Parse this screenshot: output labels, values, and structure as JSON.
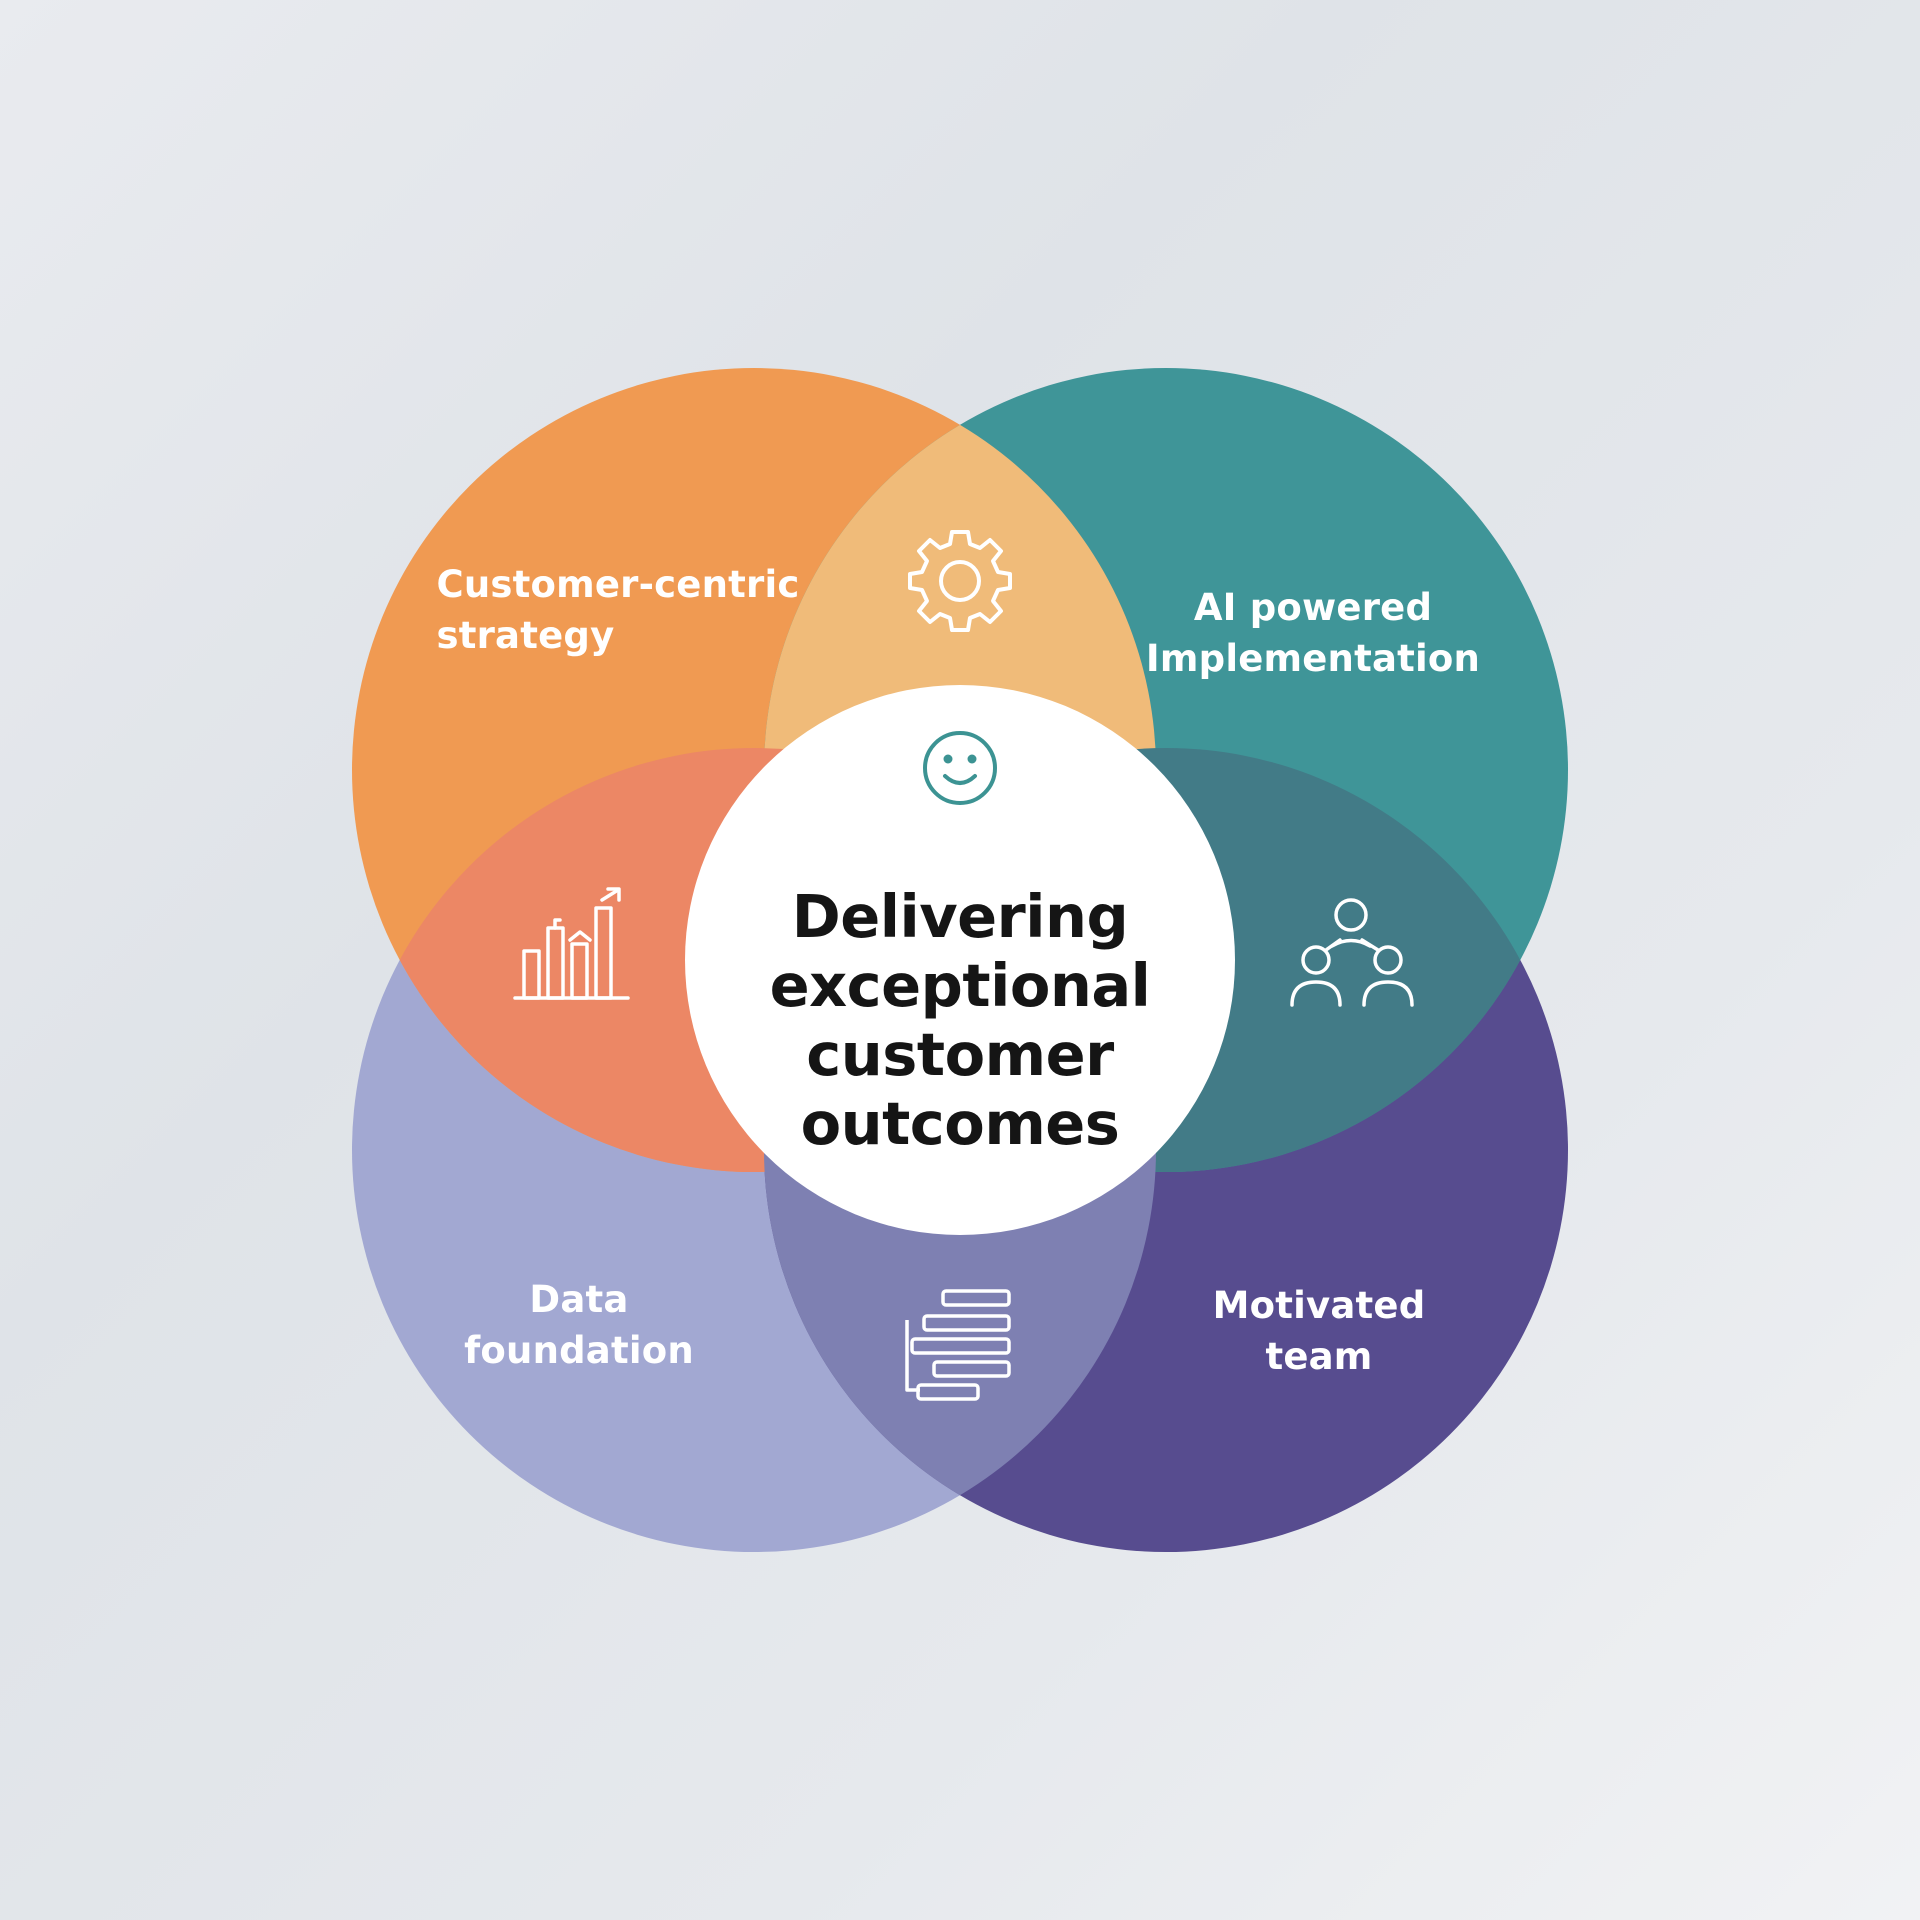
{
  "center": {
    "title_lines": [
      "Delivering",
      "exceptional",
      "customer",
      "outcomes"
    ],
    "icon": "smiley-face-icon"
  },
  "circles": [
    {
      "id": "top-left",
      "label_lines": [
        "Customer-centric",
        "strategy"
      ],
      "color": "#f09a52"
    },
    {
      "id": "top-right",
      "label_lines": [
        "AI powered",
        "Implementation"
      ],
      "color": "#3f9598"
    },
    {
      "id": "bottom-left",
      "label_lines": [
        "Data",
        "foundation"
      ],
      "color": "#a2a8d2"
    },
    {
      "id": "bottom-right",
      "label_lines": [
        "Motivated",
        "team"
      ],
      "color": "#574c8f"
    }
  ],
  "overlap_icons": {
    "top": "gear-icon",
    "left": "bar-chart-growth-icon",
    "right": "team-hierarchy-icon",
    "bottom": "gantt-chart-icon"
  },
  "colors": {
    "overlap_top": "#f0bb79",
    "overlap_left": "#ec8765",
    "overlap_right": "#427b87",
    "overlap_bottom": "#7e80b2",
    "center_icon_stroke": "#3c9393",
    "center_text": "#151515"
  }
}
